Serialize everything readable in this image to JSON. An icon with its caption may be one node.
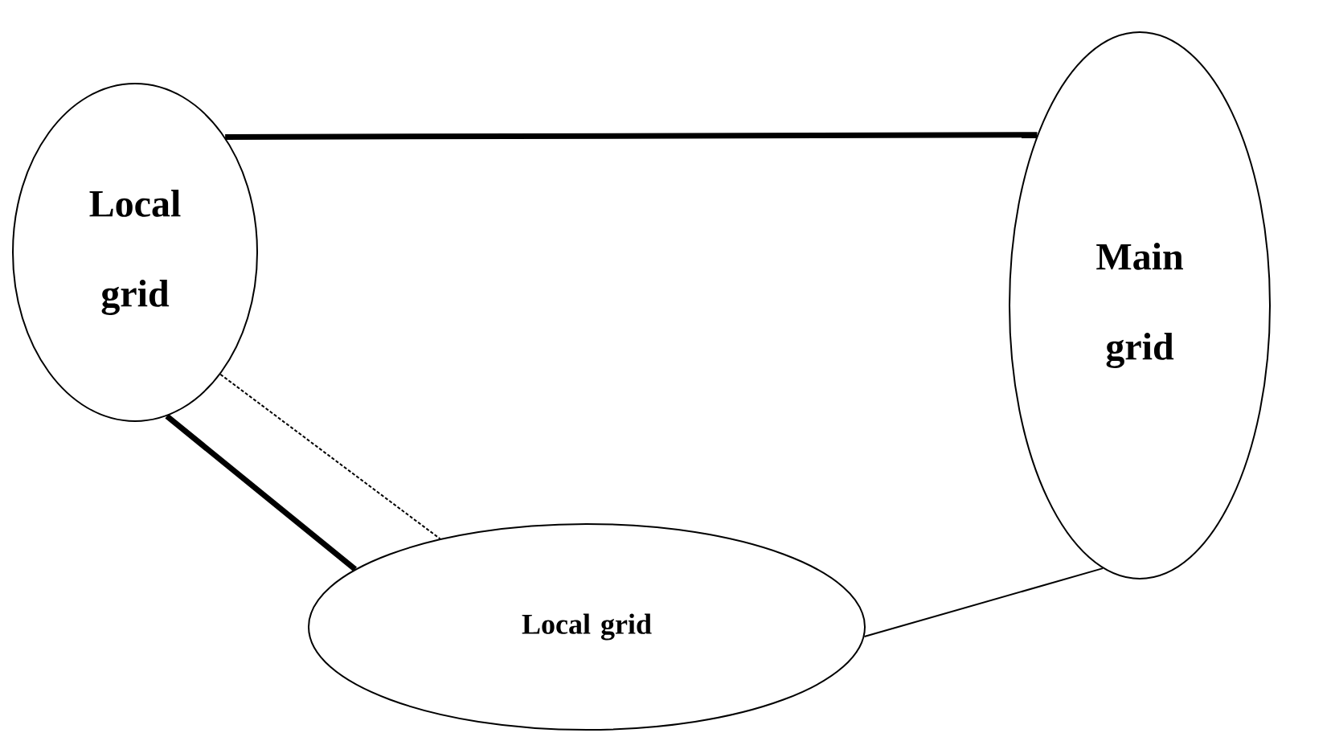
{
  "diagram": {
    "nodes": [
      {
        "text": [
          "Local grid"
        ]
      },
      {
        "text": [
          "Main grid"
        ]
      },
      {
        "text": [
          "Local grid"
        ]
      }
    ],
    "edges": [
      {
        "from": 0,
        "to": 1,
        "arrow": "none",
        "style": "thick"
      },
      {
        "from": 0,
        "to": 2,
        "arrow": "none",
        "style": "thick"
      },
      {
        "from": 0,
        "to": 2,
        "arrow": "none",
        "style": "dashed"
      },
      {
        "from": 1,
        "to": 2,
        "arrow": "none"
      }
    ]
  }
}
